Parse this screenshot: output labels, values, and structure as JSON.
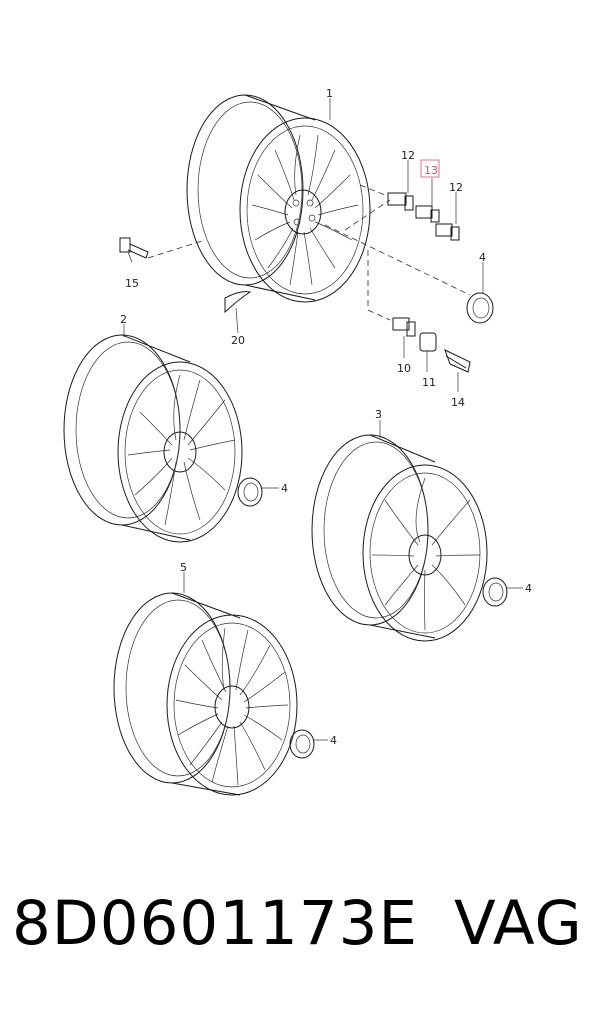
{
  "diagram": {
    "callouts": [
      "1",
      "2",
      "3",
      "4",
      "5",
      "10",
      "11",
      "12",
      "13",
      "14",
      "15",
      "20"
    ],
    "highlight_callout": "13",
    "highlight_color": "#d5536d"
  },
  "footer": {
    "part_number": "8D0601173E",
    "brand": "VAG"
  }
}
